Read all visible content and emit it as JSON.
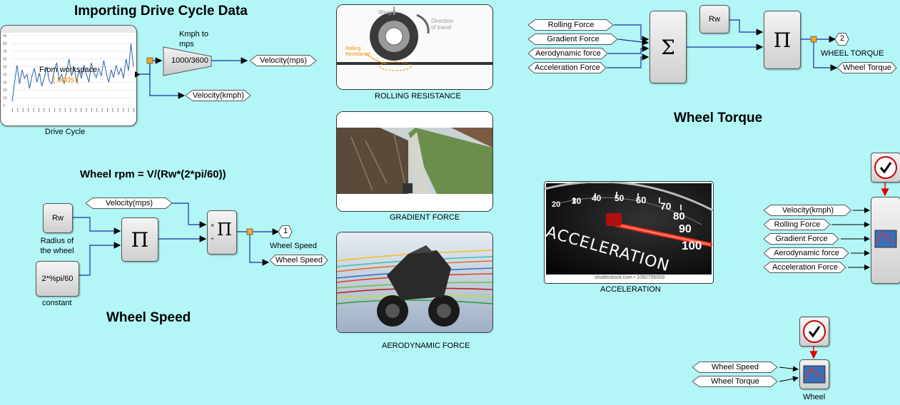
{
  "titles": {
    "importing": "Importing Drive Cycle Data",
    "wheel_rpm": "Wheel rpm = V/(Rw*(2*pi/60))",
    "wheel_speed": "Wheel Speed",
    "wheel_torque": "Wheel Torque"
  },
  "drive_cycle": {
    "block_text": "From workspace",
    "block_sub": "[ udds ]",
    "caption": "Drive Cycle",
    "gain_label_line1": "Kmph to",
    "gain_label_line2": "mps",
    "gain_value": "1000/3600",
    "out_mps": "Velocity(mps)",
    "out_kmph": "Velocity(kmph)",
    "y_ticks": [
      "90",
      "80",
      "70",
      "60",
      "50",
      "40",
      "30",
      "20",
      "10",
      "0"
    ],
    "series": [
      5,
      30,
      52,
      28,
      46,
      35,
      40,
      22,
      38,
      48,
      30,
      42,
      25,
      36,
      50,
      32,
      28,
      45,
      55,
      33,
      40,
      28,
      44,
      60,
      38,
      50,
      30,
      45,
      35,
      52,
      40,
      30,
      55,
      42,
      36,
      48,
      38,
      58,
      42,
      30,
      46,
      36,
      52,
      40,
      48,
      35,
      60,
      45,
      80,
      50
    ]
  },
  "wheel_speed": {
    "rw": "Rw",
    "rw_caption_1": "Radius of",
    "rw_caption_2": "the wheel",
    "const": "2*%pi/60",
    "const_caption": "constant",
    "prod_symbol": "Π",
    "in_velocity": "Velocity(mps)",
    "div_mult": "×",
    "div_div": "÷",
    "out_port": "1",
    "out_port_label": "Wheel Speed",
    "out_tag": "Wheel Speed"
  },
  "images": {
    "rolling": "ROLLING RESISTANCE",
    "rolling_weight": "Weight",
    "rolling_dir_1": "Direction",
    "rolling_dir_2": "of travel",
    "rolling_res_1": "Rolling",
    "rolling_res_2": "Resistance",
    "gradient": "GRADIENT FORCE",
    "aero": "AERODYNAMIC FORCE",
    "accel": "ACCELERATION",
    "accel_text": "ACCELERATION",
    "accel_credit": "shutterstock.com • 1092795059",
    "gauge_20": "20",
    "gauge_30": "30",
    "gauge_40": "40",
    "gauge_50": "50",
    "gauge_60": "60",
    "gauge_70": "70",
    "gauge_80": "80",
    "gauge_90": "90",
    "gauge_100": "100"
  },
  "wheel_torque": {
    "inputs": [
      "Rolling Force",
      "Gradient Force",
      "Aerodynamic force",
      "Acceleration Force"
    ],
    "sum_symbol": "Σ",
    "rw": "Rw",
    "prod_symbol": "Π",
    "out_port": "2",
    "out_port_label": "WHEEL TORQUE",
    "out_tag": "Wheel Torque"
  },
  "scope_forces": {
    "inputs": [
      "Velocity(kmph)",
      "Rolling Force",
      "Gradient Force",
      "Aerodynamic force",
      "Acceleration Force"
    ]
  },
  "scope_wheel": {
    "inputs": [
      "Wheel Speed",
      "Wheel Torque"
    ],
    "caption": "Wheel"
  },
  "colors": {
    "background": "#b3f6f6",
    "link": "#1a2fa8",
    "event_link": "#e00000",
    "split": "#f5a623"
  }
}
